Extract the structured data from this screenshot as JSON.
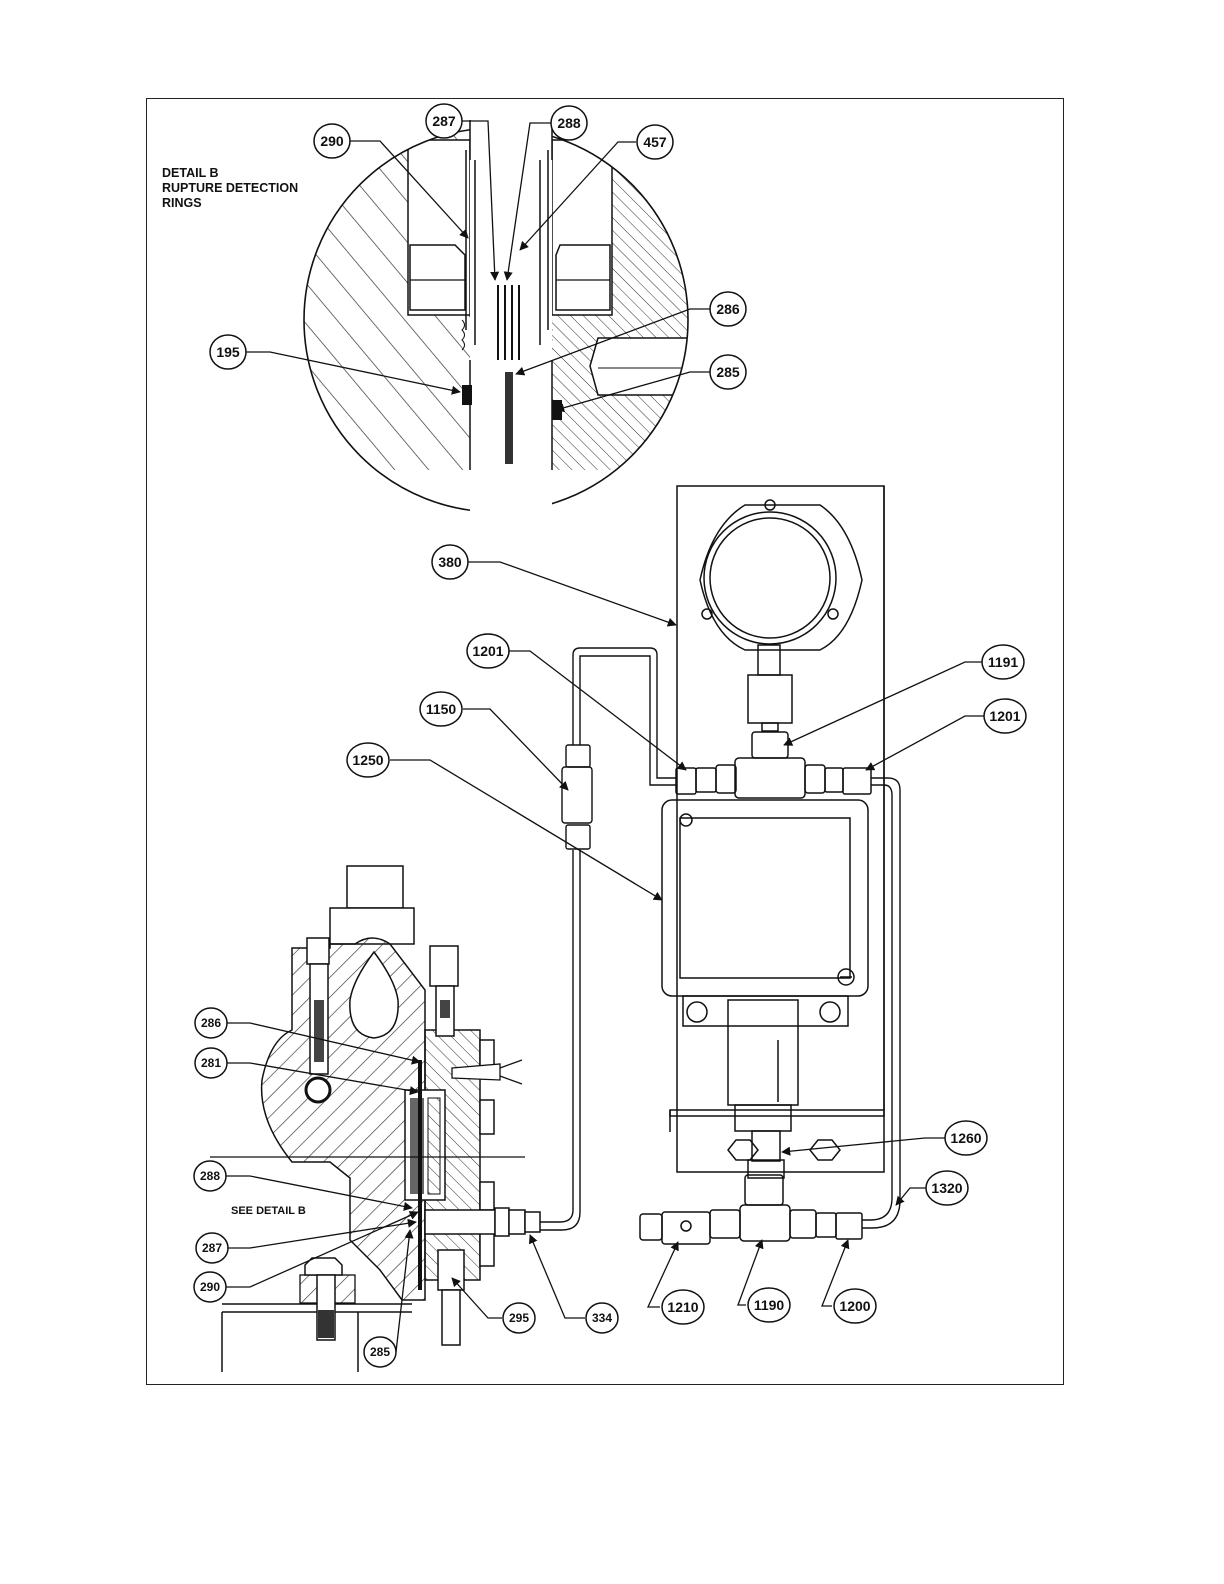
{
  "detail": {
    "title_line1": "DETAIL B",
    "title_line2": "RUPTURE DETECTION",
    "title_line3": "RINGS"
  },
  "see_detail": "SEE DETAIL B",
  "callouts": {
    "c290_top": "290",
    "c287_top": "287",
    "c288_top": "288",
    "c457": "457",
    "c286_top": "286",
    "c195": "195",
    "c285_top": "285",
    "c380": "380",
    "c1201_left": "1201",
    "c1150": "1150",
    "c1250": "1250",
    "c1191": "1191",
    "c1201_right": "1201",
    "c1260": "1260",
    "c1320": "1320",
    "c1210": "1210",
    "c1190": "1190",
    "c1200": "1200",
    "c286_bot": "286",
    "c281": "281",
    "c288_bot": "288",
    "c287_bot": "287",
    "c290_bot": "290",
    "c285_bot": "285",
    "c295": "295",
    "c334": "334"
  }
}
